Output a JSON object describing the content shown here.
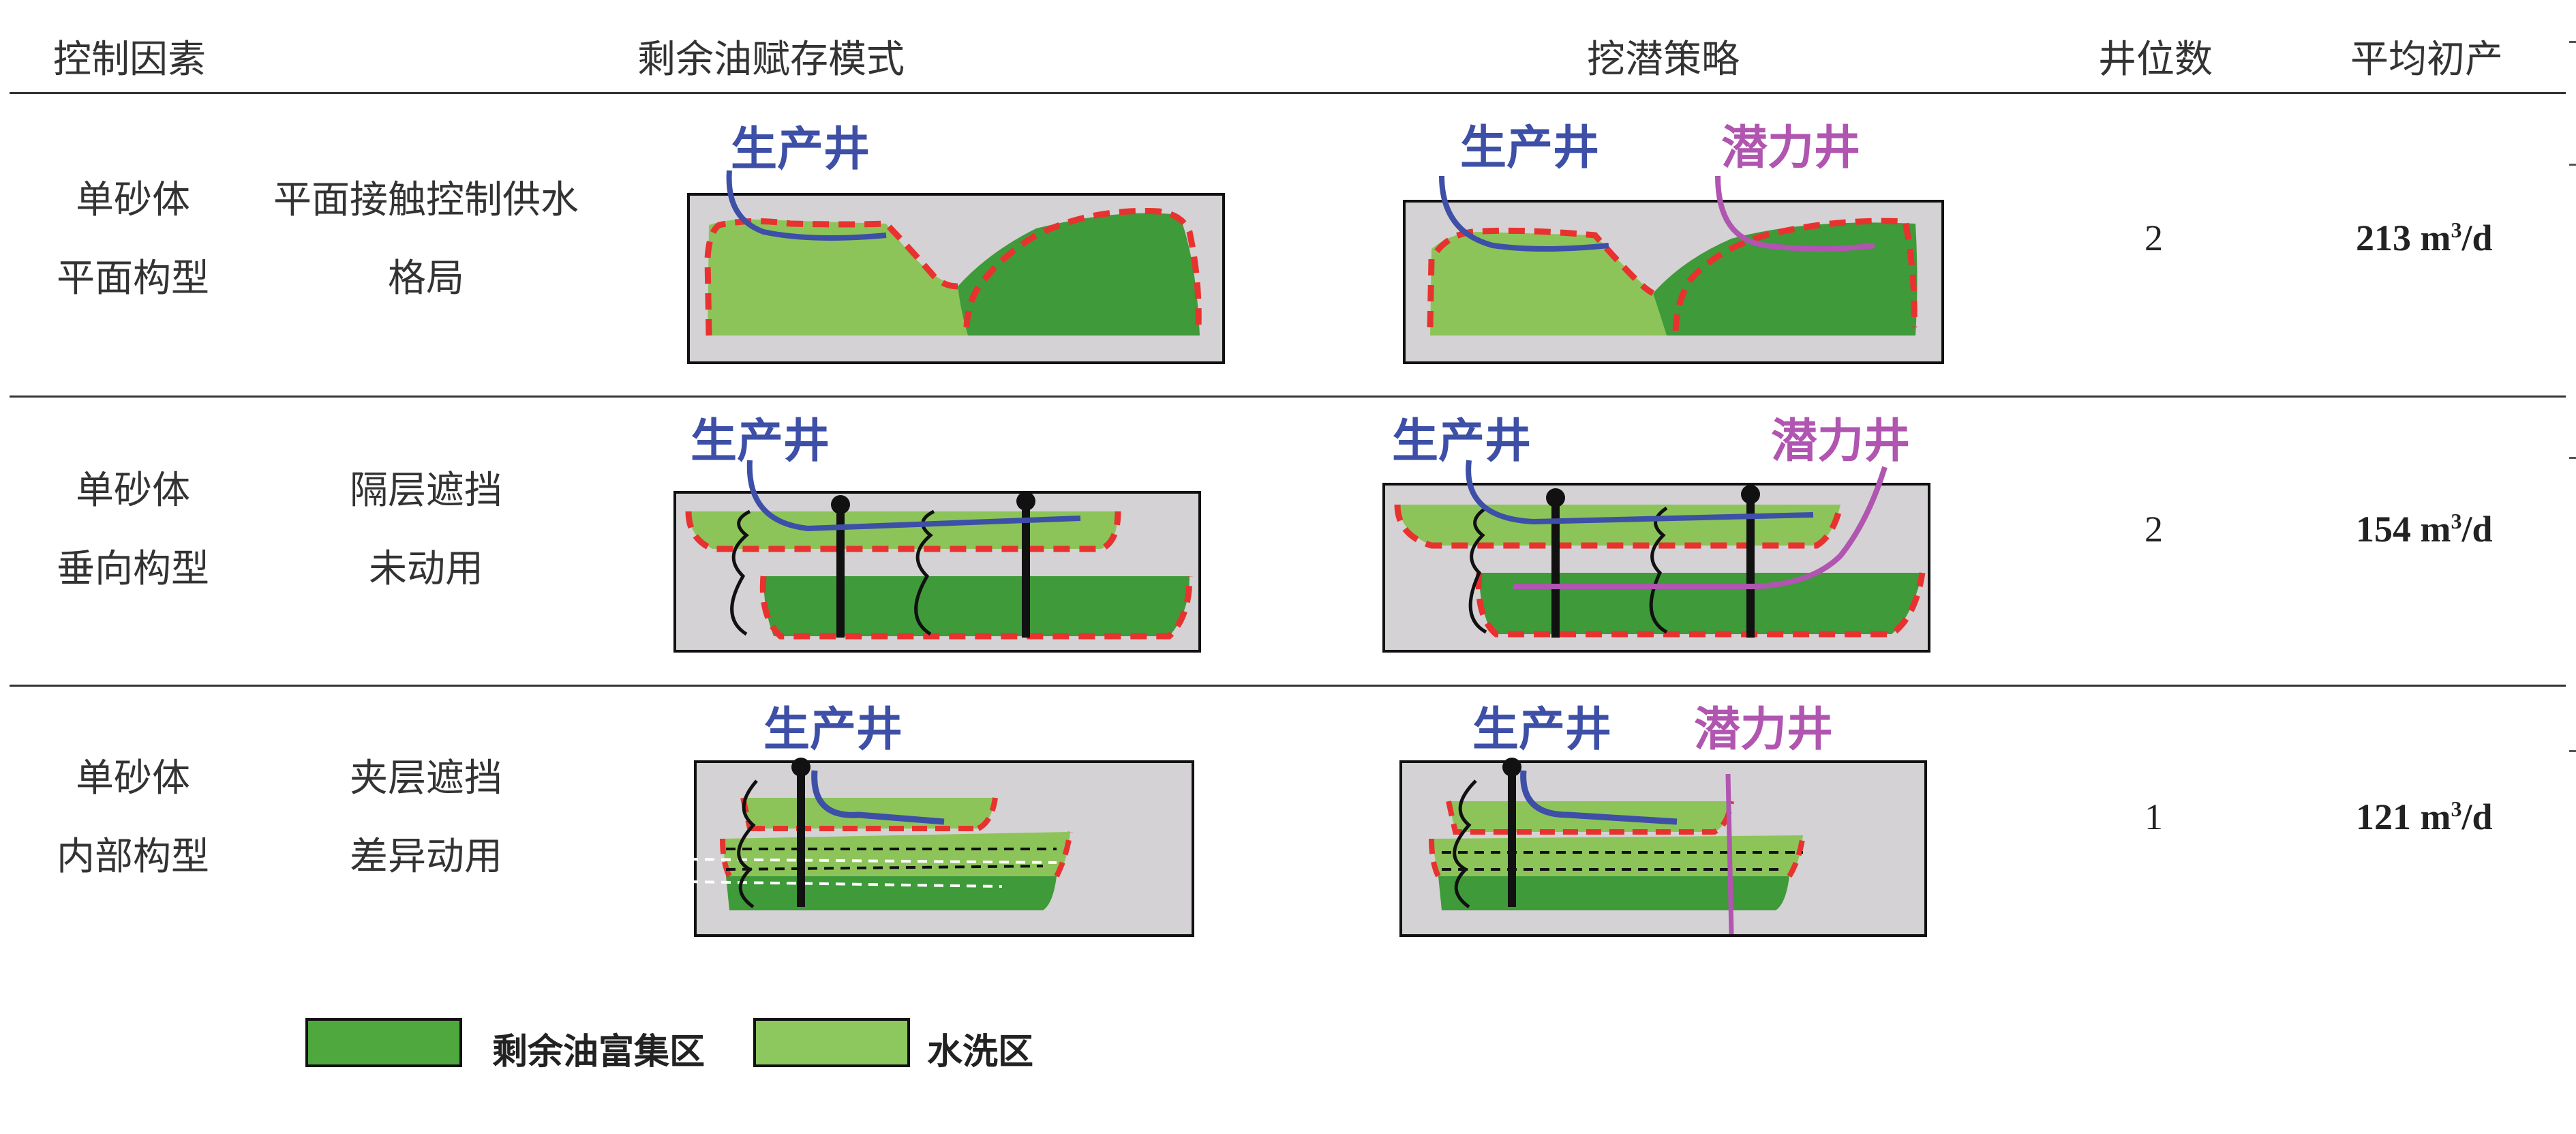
{
  "header": {
    "control_factor": "控制因素",
    "mode": "剩余油赋存模式",
    "strategy": "挖潜策略",
    "well_count": "井位数",
    "avg_production": "平均初产"
  },
  "rows": [
    {
      "factor_line1": "单砂体",
      "factor_line2": "平面构型",
      "desc_line1": "平面接触控制供水",
      "desc_line2": "格局",
      "well_count": "2",
      "avg_value": "213 m",
      "avg_exp": "3",
      "avg_unit": "/d",
      "avg_tail": ""
    },
    {
      "factor_line1": "单砂体",
      "factor_line2": "垂向构型",
      "desc_line1": "隔层遮挡",
      "desc_line2": "未动用",
      "well_count": "2",
      "avg_value": "154 m",
      "avg_exp": "3",
      "avg_unit": "/d",
      "avg_tail": ""
    },
    {
      "factor_line1": "单砂体",
      "factor_line2": "内部构型",
      "desc_line1": "夹层遮挡",
      "desc_line2": "差异动用",
      "well_count": "1",
      "avg_value": "121 m",
      "avg_exp": "3",
      "avg_unit": "/d",
      "avg_tail": ""
    }
  ],
  "well_labels": {
    "production": "生产井",
    "potential": "潜力井"
  },
  "legend": [
    {
      "label": "剩余油富集区",
      "color": "#4fa83e"
    },
    {
      "label": "水洗区",
      "color": "#8cc85e"
    }
  ],
  "colors": {
    "remaining_oil": "#3f9a3a",
    "washed": "#8cc45a",
    "background_box": "#d4d2d4",
    "contour": "#e8322f",
    "production_well": "#3d4fa6",
    "potential_well": "#b055b0"
  }
}
